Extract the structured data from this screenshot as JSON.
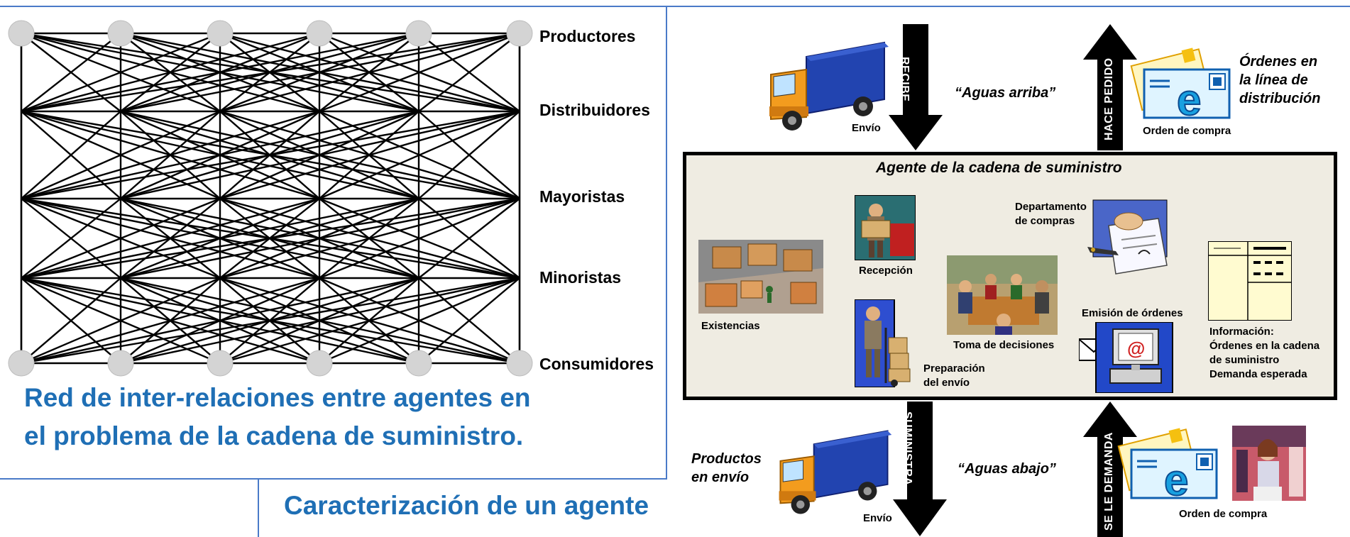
{
  "network": {
    "levels": [
      "Productores",
      "Distribuidores",
      "Mayoristas",
      "Minoristas",
      "Consumidores"
    ],
    "caption_line1": "Red de inter-relaciones entre agentes en",
    "caption_line2": "el problema de la cadena de suministro."
  },
  "page": {
    "subtitle": "Caracterización de un agente"
  },
  "agent": {
    "box_title": "Agente de la cadena de suministro",
    "top": {
      "envio": "Envío",
      "recibe": "RECIBE",
      "aguas_arriba": "“Aguas arriba”",
      "hace_pedido": "HACE PEDIDO",
      "orden_compra": "Orden de compra",
      "ordenes_linea_1": "Órdenes en",
      "ordenes_linea_2": "la línea de",
      "ordenes_linea_3": "distribución"
    },
    "inside": {
      "existencias": "Existencias",
      "recepcion": "Recepción",
      "preparacion_1": "Preparación",
      "preparacion_2": "del envío",
      "toma_decisiones": "Toma de decisiones",
      "departamento_1": "Departamento",
      "departamento_2": "de compras",
      "emision": "Emisión de órdenes",
      "informacion_1": "Información:",
      "informacion_2": "Órdenes en la cadena",
      "informacion_3": "de suministro",
      "informacion_4": "Demanda esperada"
    },
    "bottom": {
      "productos_1": "Productos",
      "productos_2": "en envío",
      "envio": "Envío",
      "suministra": "SUMINISTRA",
      "aguas_abajo": "“Aguas abajo”",
      "se_le_demanda": "SE LE DEMANDA",
      "orden_compra": "Orden de compra"
    }
  },
  "colors": {
    "caption_blue": "#1f6fb5",
    "divider_blue": "#4a7ac8",
    "node_gray": "#d4d4d4",
    "box_fill": "#efece2",
    "truck_orange": "#f39c1e",
    "truck_blue": "#2244b0"
  }
}
